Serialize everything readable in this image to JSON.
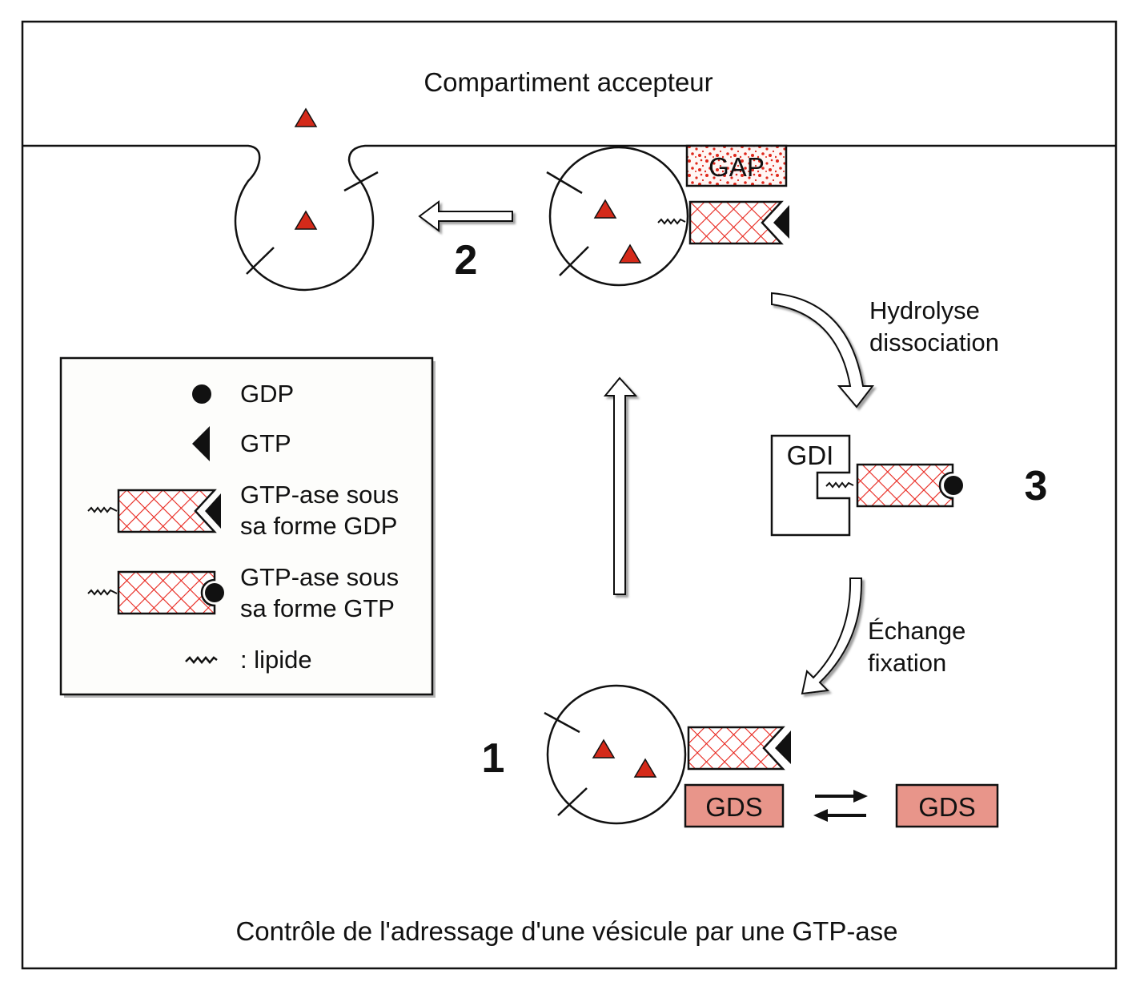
{
  "diagram": {
    "header_label": "Compartiment accepteur",
    "caption": "Contrôle de l'adressage d'une vésicule par une GTP-ase",
    "steps": {
      "step1": "1",
      "step2": "2",
      "step3": "3"
    },
    "proteins": {
      "gap": "GAP",
      "gdi": "GDI",
      "gds_bound": "GDS",
      "gds_free": "GDS"
    },
    "arrow_labels": {
      "hydrolyse": "Hydrolyse",
      "dissociation": "dissociation",
      "echange": "Échange",
      "fixation": "fixation"
    },
    "legend": {
      "items": [
        {
          "icon": "gdp-circle-icon",
          "label": "GDP"
        },
        {
          "icon": "gtp-triangle-icon",
          "label": "GTP"
        },
        {
          "icon": "gtpase-gdp-form-icon",
          "label_line1": "GTP-ase sous",
          "label_line2": "sa forme GDP"
        },
        {
          "icon": "gtpase-gtp-form-icon",
          "label_line1": "GTP-ase sous",
          "label_line2": "sa forme GTP"
        },
        {
          "icon": "lipid-icon",
          "label": ": lipide"
        }
      ]
    },
    "colors": {
      "cargo_red": "#d42a1a",
      "hatch_red": "#e8241c",
      "gds_fill": "#e8958a",
      "gap_spot": "#e0281c",
      "ink": "#111111"
    }
  }
}
